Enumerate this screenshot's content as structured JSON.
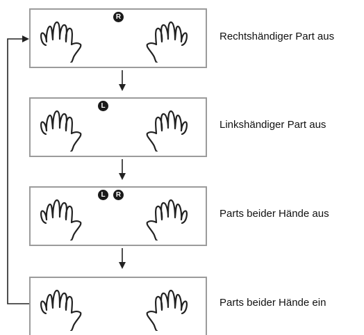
{
  "steps": [
    {
      "caption": "Rechtshändiger Part aus",
      "badges": [
        "R"
      ]
    },
    {
      "caption": "Linkshändiger Part aus",
      "badges": [
        "L"
      ]
    },
    {
      "caption": "Parts beider Hände aus",
      "badges": [
        "L",
        "R"
      ]
    },
    {
      "caption": "Parts beider Hände ein",
      "badges": []
    }
  ],
  "colors": {
    "frame": "#9b9b9b",
    "line": "#222222",
    "badge": "#1a1a1a"
  },
  "icons": {
    "hands": "two-hands-icon",
    "arrow_down": "arrow-down-icon",
    "loop_back": "loop-back-arrow-icon"
  }
}
